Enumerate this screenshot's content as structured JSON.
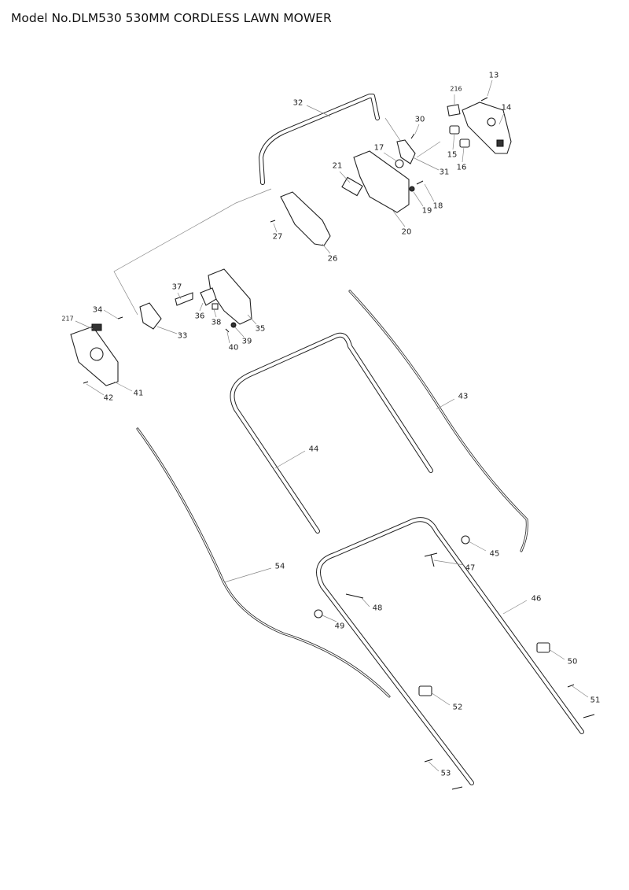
{
  "title": "Model No.DLM530 530MM CORDLESS LAWN MOWER",
  "labels": {
    "p13": "13",
    "p216": "216",
    "p14": "14",
    "p30": "30",
    "p32": "32",
    "p17": "17",
    "p15": "15",
    "p16": "16",
    "p31": "31",
    "p21": "21",
    "p18": "18",
    "p19": "19",
    "p20": "20",
    "p27": "27",
    "p26": "26",
    "p37": "37",
    "p34": "34",
    "p217": "217",
    "p36": "36",
    "p38": "38",
    "p35": "35",
    "p33": "33",
    "p39": "39",
    "p40": "40",
    "p41": "41",
    "p42": "42",
    "p43": "43",
    "p44": "44",
    "p45": "45",
    "p47": "47",
    "p54": "54",
    "p46": "46",
    "p48": "48",
    "p49": "49",
    "p50": "50",
    "p51": "51",
    "p52": "52",
    "p53": "53"
  }
}
